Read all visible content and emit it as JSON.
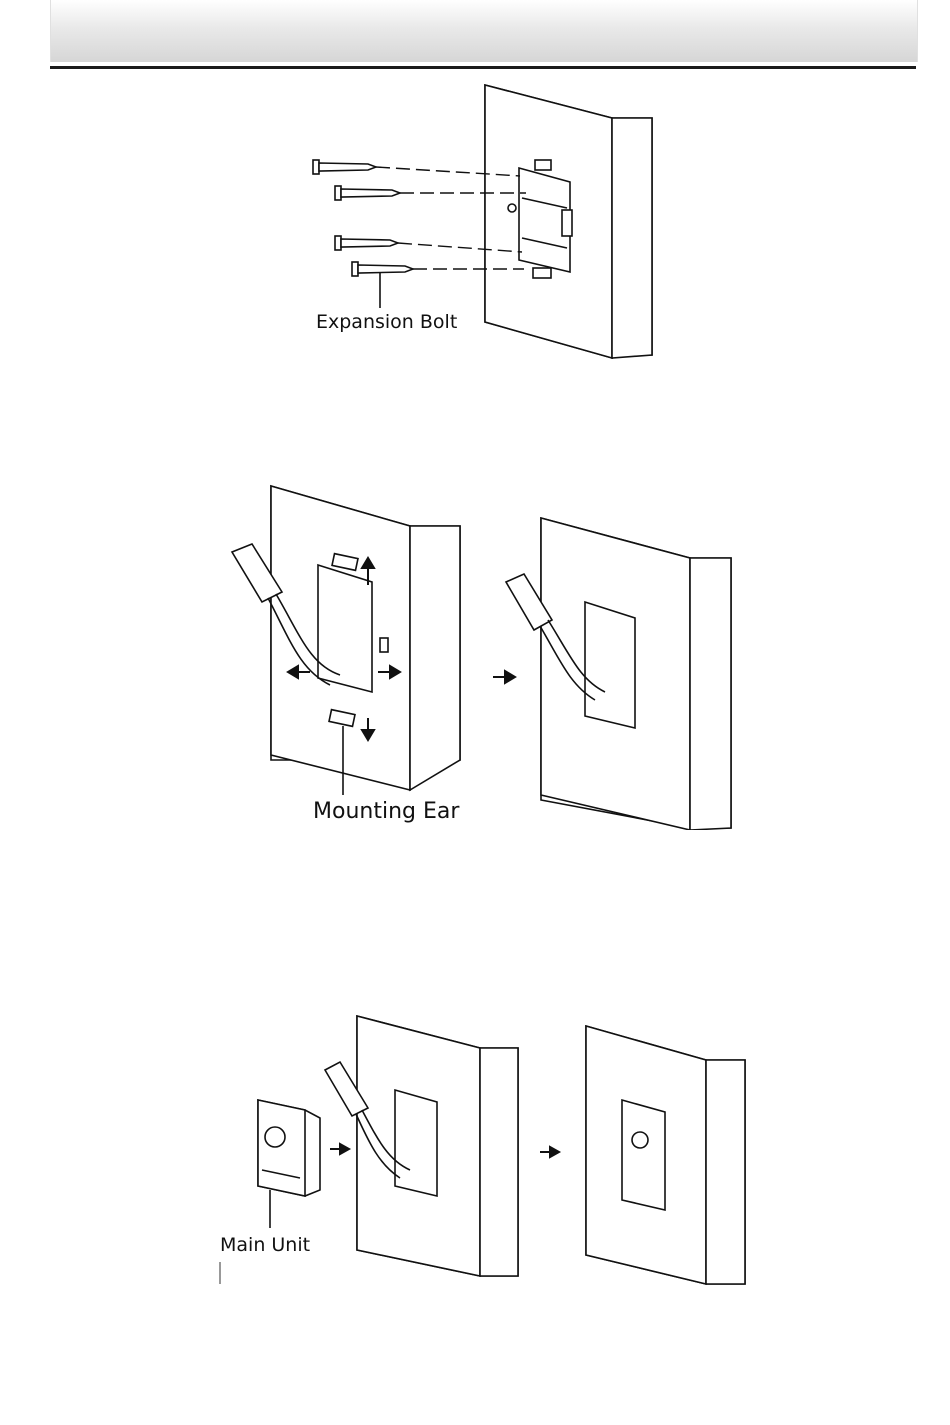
{
  "figures": [
    {
      "callout": "Expansion Bolt"
    },
    {
      "callout": "Mounting Ear"
    },
    {
      "callout": "Main Unit"
    }
  ]
}
